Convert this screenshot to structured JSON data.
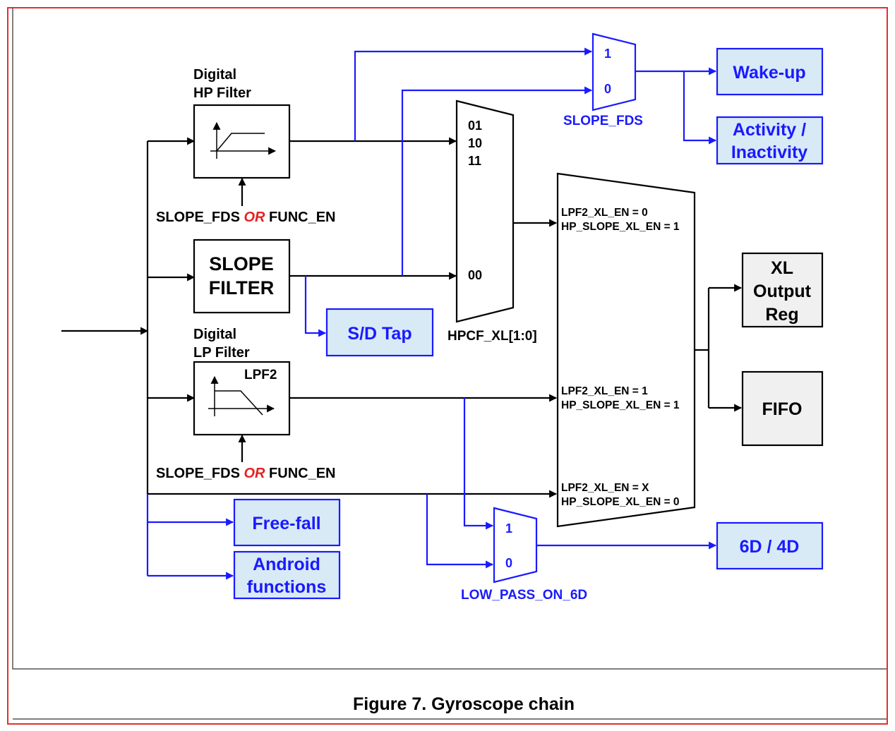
{
  "colors": {
    "frame_red": "#e23030",
    "signal_blue": "#1a1aff",
    "box_blue_fill": "#d8eaf6",
    "box_gray_fill": "#f0f0f0",
    "black": "#000000"
  },
  "caption": "Figure 7. Gyroscope chain",
  "hp_filter": {
    "title_line1": "Digital",
    "title_line2": "HP Filter"
  },
  "lp_filter": {
    "title_line1": "Digital",
    "title_line2": "LP Filter",
    "inner_label": "LPF2"
  },
  "slope_filter": {
    "line1": "SLOPE",
    "line2": "FILTER"
  },
  "control_hp": {
    "part1": "SLOPE_FDS ",
    "or": "OR",
    "part2": " FUNC_EN"
  },
  "control_lp": {
    "part1": "SLOPE_FDS ",
    "or": "OR",
    "part2": " FUNC_EN"
  },
  "mux_hpcf": {
    "in1": "01",
    "in2": "10",
    "in3": "11",
    "in4": "00",
    "label": "HPCF_XL[1:0]"
  },
  "mux_slope": {
    "in1": "1",
    "in2": "0",
    "label": "SLOPE_FDS"
  },
  "mux_6d": {
    "in1": "1",
    "in2": "0",
    "label": "LOW_PASS_ON_6D"
  },
  "big_mux": {
    "a1": "LPF2_XL_EN = 0",
    "a2": "HP_SLOPE_XL_EN = 1",
    "b1": "LPF2_XL_EN = 1",
    "b2": "HP_SLOPE_XL_EN = 1",
    "c1": "LPF2_XL_EN = X",
    "c2": "HP_SLOPE_XL_EN = 0"
  },
  "outputs": {
    "wake_up": "Wake-up",
    "activity_1": "Activity /",
    "activity_2": "Inactivity",
    "sd_tap": "S/D Tap",
    "free_fall": "Free-fall",
    "android_1": "Android",
    "android_2": "functions",
    "six_d": "6D / 4D",
    "xl_out_1": "XL",
    "xl_out_2": "Output",
    "xl_out_3": "Reg",
    "fifo": "FIFO"
  }
}
